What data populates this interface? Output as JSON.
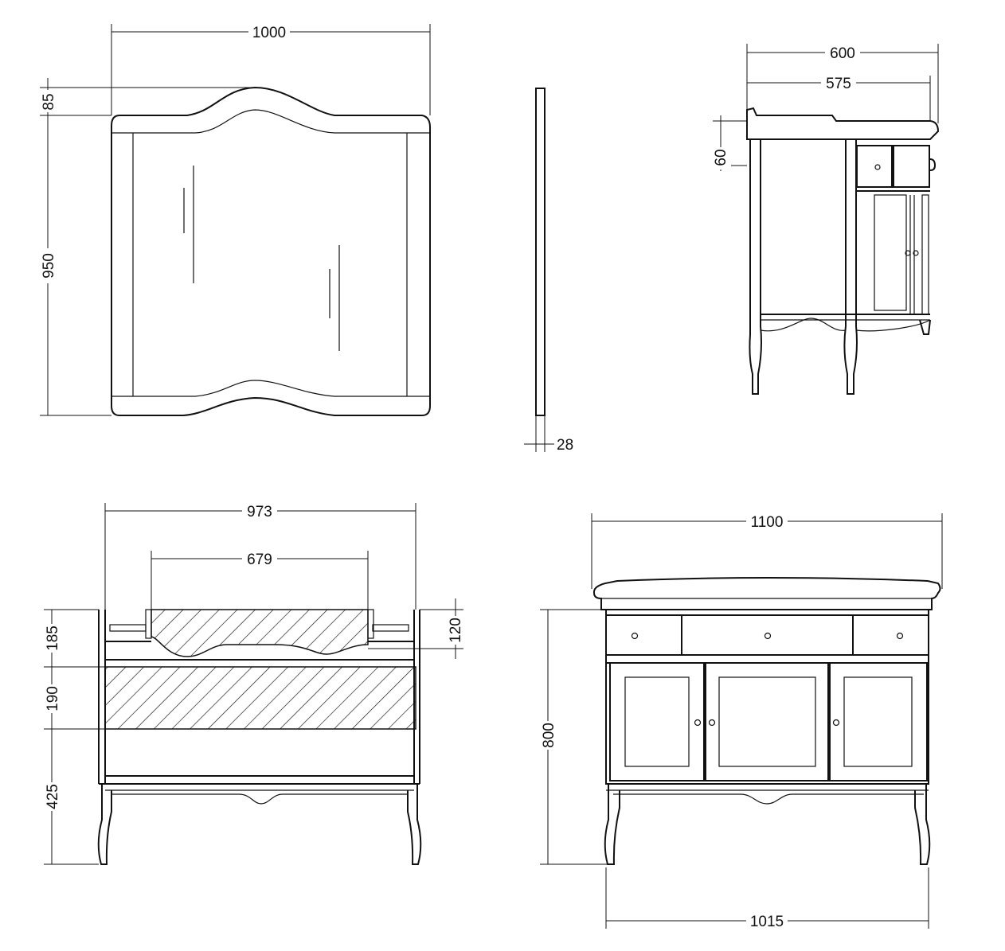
{
  "title": "Vanity unit and mirror technical drawing",
  "colors": {
    "line": "#111111",
    "background": "#ffffff"
  },
  "mirror_front": {
    "width": "1000",
    "top_arch": "85",
    "height": "950"
  },
  "mirror_side": {
    "depth": "28"
  },
  "cabinet_side": {
    "total_depth": "600",
    "body_depth": "575",
    "top_thickness": "60"
  },
  "cabinet_section": {
    "width": "973",
    "basin_width": "679",
    "basin_depth": "120",
    "h_drawer": "185",
    "h_middle": "190",
    "h_lower": "425"
  },
  "cabinet_front": {
    "top_width": "1100",
    "height": "800",
    "leg_width": "1015"
  }
}
